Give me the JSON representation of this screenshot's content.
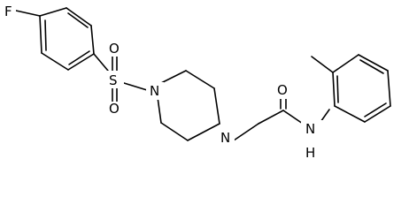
{
  "molecule": {
    "atoms": {
      "fluorine": "F",
      "sulfur": "S",
      "sulfonyl_oxygen_top": "O",
      "sulfonyl_oxygen_bottom": "O",
      "piperazine_nitrogen_left": "N",
      "piperazine_nitrogen_right": "N",
      "carbonyl_oxygen": "O",
      "amide_nitrogen": "N",
      "amide_hydrogen": "H"
    }
  }
}
